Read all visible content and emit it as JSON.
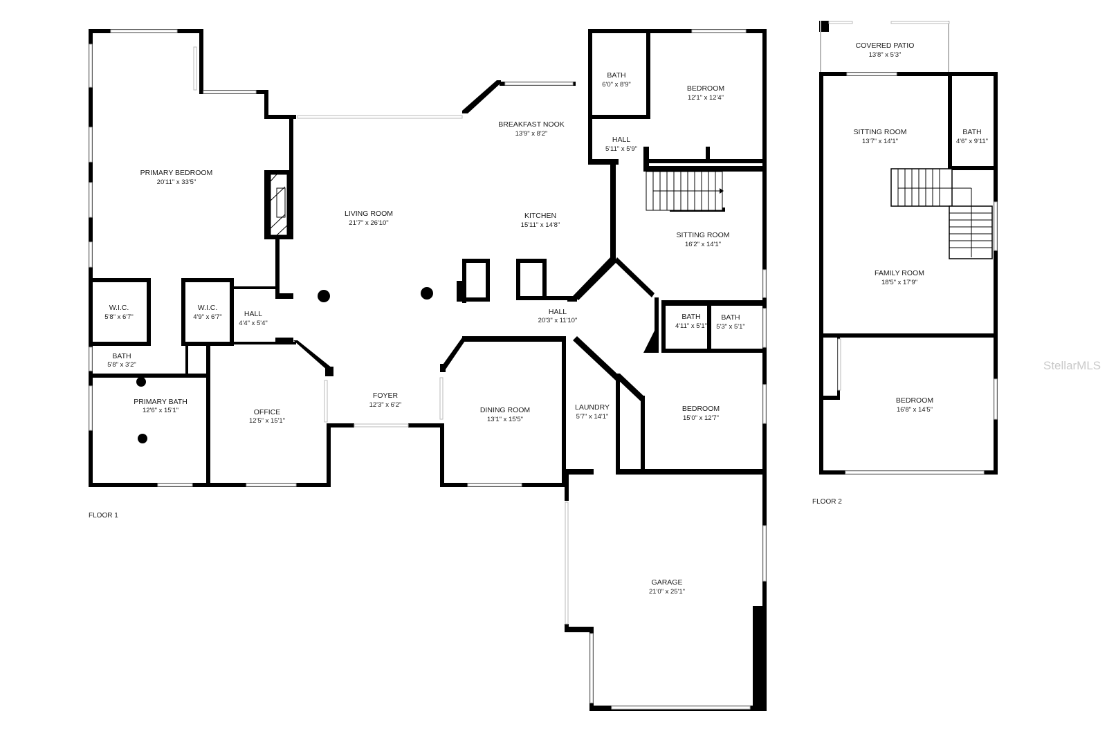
{
  "floors": [
    {
      "label": "FLOOR 1"
    },
    {
      "label": "FLOOR 2"
    }
  ],
  "rooms": [
    {
      "name": "PRIMARY BEDROOM",
      "dim": "20'11\" x 33'5\""
    },
    {
      "name": "LIVING ROOM",
      "dim": "21'7\" x 26'10\""
    },
    {
      "name": "BREAKFAST NOOK",
      "dim": "13'9\" x 8'2\""
    },
    {
      "name": "KITCHEN",
      "dim": "15'11\" x 14'8\""
    },
    {
      "name": "BATH",
      "dim": "6'0\" x 8'9\""
    },
    {
      "name": "BEDROOM",
      "dim": "12'1\" x 12'4\""
    },
    {
      "name": "HALL",
      "dim": "5'11\" x 5'9\""
    },
    {
      "name": "SITTING ROOM",
      "dim": "16'2\" x 14'1\""
    },
    {
      "name": "W.I.C.",
      "dim": "5'8\" x 6'7\""
    },
    {
      "name": "W.I.C.",
      "dim": "4'9\" x 6'7\""
    },
    {
      "name": "HALL",
      "dim": "4'4\" x 5'4\""
    },
    {
      "name": "HALL",
      "dim": "20'3\" x 11'10\""
    },
    {
      "name": "BATH",
      "dim": "4'11\" x 5'1\""
    },
    {
      "name": "BATH",
      "dim": "5'3\" x 5'1\""
    },
    {
      "name": "BATH",
      "dim": "5'8\" x 3'2\""
    },
    {
      "name": "PRIMARY BATH",
      "dim": "12'6\" x 15'1\""
    },
    {
      "name": "OFFICE",
      "dim": "12'5\" x 15'1\""
    },
    {
      "name": "FOYER",
      "dim": "12'3\" x 6'2\""
    },
    {
      "name": "DINING ROOM",
      "dim": "13'1\" x 15'5\""
    },
    {
      "name": "LAUNDRY",
      "dim": "5'7\" x 14'1\""
    },
    {
      "name": "BEDROOM",
      "dim": "15'0\" x 12'7\""
    },
    {
      "name": "GARAGE",
      "dim": "21'0\" x 25'1\""
    },
    {
      "name": "COVERED PATIO",
      "dim": "13'8\" x 5'3\""
    },
    {
      "name": "SITTING ROOM",
      "dim": "13'7\" x 14'1\""
    },
    {
      "name": "BATH",
      "dim": "4'6\" x 9'11\""
    },
    {
      "name": "FAMILY ROOM",
      "dim": "18'5\" x 17'9\""
    },
    {
      "name": "BEDROOM",
      "dim": "16'8\" x 14'5\""
    }
  ],
  "watermark": "StellarMLS"
}
